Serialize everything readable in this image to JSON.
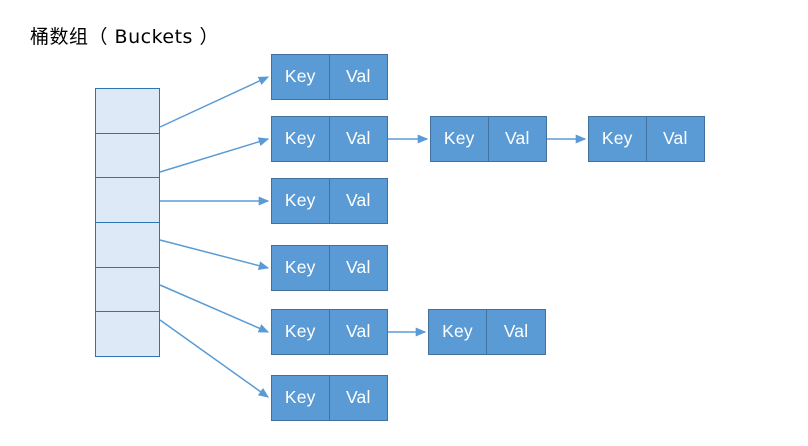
{
  "title": "桶数组（ Buckets ）",
  "theme": {
    "bucket_fill": "#DEE9F7",
    "bucket_border": "#2E75B6",
    "node_fill": "#5B9BD5",
    "node_border": "#41719C",
    "node_text": "#FFFFFF",
    "arrow": "#5B9BD5",
    "background": "#FFFFFF"
  },
  "bucket_array": {
    "label": "桶数组（ Buckets ）",
    "cell_count": 6,
    "cells": [
      {
        "index": 0
      },
      {
        "index": 1
      },
      {
        "index": 2
      },
      {
        "index": 3
      },
      {
        "index": 4
      },
      {
        "index": 5
      }
    ]
  },
  "node_labels": {
    "key": "Key",
    "val": "Val"
  },
  "chains": [
    {
      "bucket_index": 0,
      "node_count": 1,
      "nodes": [
        {
          "key": "Key",
          "val": "Val"
        }
      ]
    },
    {
      "bucket_index": 1,
      "node_count": 3,
      "nodes": [
        {
          "key": "Key",
          "val": "Val"
        },
        {
          "key": "Key",
          "val": "Val"
        },
        {
          "key": "Key",
          "val": "Val"
        }
      ]
    },
    {
      "bucket_index": 2,
      "node_count": 1,
      "nodes": [
        {
          "key": "Key",
          "val": "Val"
        }
      ]
    },
    {
      "bucket_index": 3,
      "node_count": 1,
      "nodes": [
        {
          "key": "Key",
          "val": "Val"
        }
      ]
    },
    {
      "bucket_index": 4,
      "node_count": 2,
      "nodes": [
        {
          "key": "Key",
          "val": "Val"
        },
        {
          "key": "Key",
          "val": "Val"
        }
      ]
    },
    {
      "bucket_index": 5,
      "node_count": 1,
      "nodes": [
        {
          "key": "Key",
          "val": "Val"
        }
      ]
    }
  ]
}
